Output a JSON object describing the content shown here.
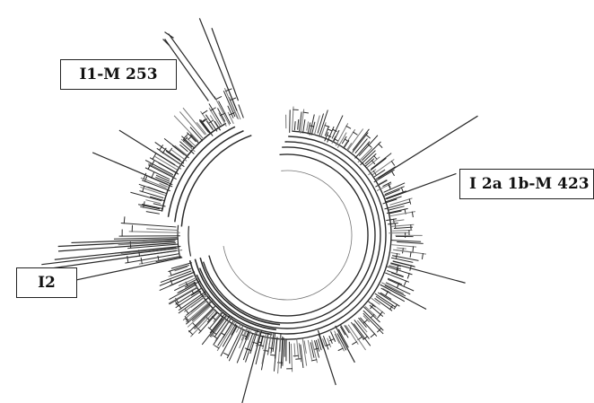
{
  "diagram": {
    "type": "circular-phylogenetic-tree",
    "colors": {
      "branch": "#2a2a2a",
      "light_branch": "#777777",
      "background": "#ffffff"
    },
    "clades": [
      {
        "id": "i1",
        "label": "I1-M 253"
      },
      {
        "id": "i2a1b",
        "label": "I 2a 1b-M 423"
      },
      {
        "id": "i2",
        "label": "I2"
      }
    ]
  }
}
